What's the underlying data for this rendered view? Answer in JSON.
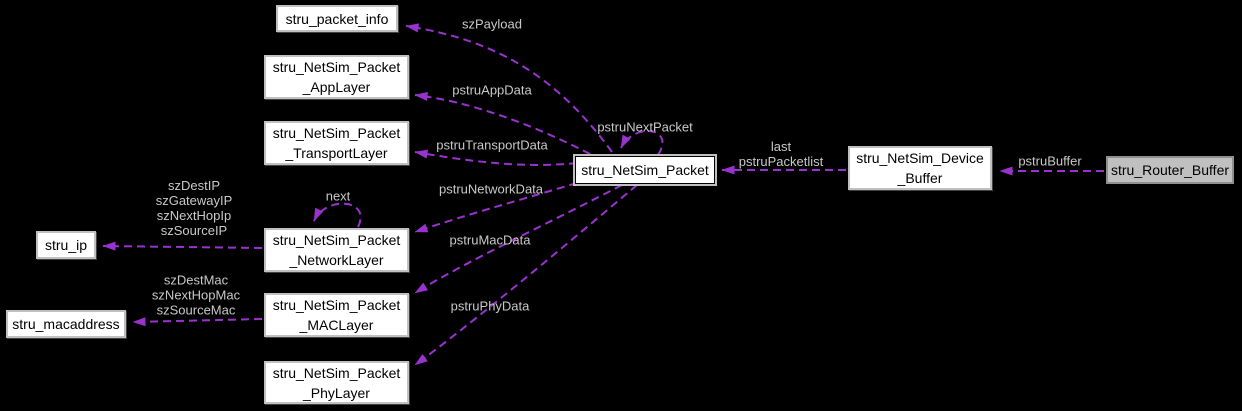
{
  "diagram": {
    "kind": "collaboration-diagram",
    "focus_node": "stru_NetSim_Packet",
    "colors": {
      "background": "#000000",
      "edge": "#9a32cd",
      "edge_label_text": "#c8c8c8",
      "node_fill": "#ffffff",
      "node_border": "#c0c0c0",
      "node_text": "#000000",
      "focus_node_border": "#000000",
      "gray_node_fill": "#c0c0c0",
      "gray_node_border": "#8f8f8f"
    }
  },
  "nodes": {
    "packet_info": {
      "label": "stru_packet_info"
    },
    "app_layer": {
      "label": "stru_NetSim_Packet\n_AppLayer"
    },
    "transport_layer": {
      "label": "stru_NetSim_Packet\n_TransportLayer"
    },
    "network_layer": {
      "label": "stru_NetSim_Packet\n_NetworkLayer"
    },
    "mac_layer": {
      "label": "stru_NetSim_Packet\n_MACLayer"
    },
    "phy_layer": {
      "label": "stru_NetSim_Packet\n_PhyLayer"
    },
    "ip": {
      "label": "stru_ip"
    },
    "macaddress": {
      "label": "stru_macaddress"
    },
    "packet": {
      "label": "stru_NetSim_Packet"
    },
    "device_buffer": {
      "label": "stru_NetSim_Device\n_Buffer"
    },
    "router_buffer": {
      "label": "stru_Router_Buffer"
    }
  },
  "edge_labels": {
    "payload": {
      "label": "szPayload"
    },
    "app_data": {
      "label": "pstruAppData"
    },
    "transport_data": {
      "label": "pstruTransportData"
    },
    "network_data": {
      "label": "pstruNetworkData"
    },
    "mac_data": {
      "label": "pstruMacData"
    },
    "phy_data": {
      "label": "pstruPhyData"
    },
    "next_packet": {
      "label": "pstruNextPacket"
    },
    "packet_list": {
      "label": "last\npstruPacketlist"
    },
    "buffer": {
      "label": "pstruBuffer"
    },
    "next": {
      "label": "next"
    },
    "ip_members": {
      "label": "szDestIP\nszGatewayIP\nszNextHopIp\nszSourceIP"
    },
    "mac_members": {
      "label": "szDestMac\nszNextHopMac\nszSourceMac"
    }
  },
  "relations": [
    {
      "from": "stru_NetSim_Packet",
      "to": "stru_packet_info",
      "label": "szPayload"
    },
    {
      "from": "stru_NetSim_Packet",
      "to": "stru_NetSim_Packet_AppLayer",
      "label": "pstruAppData"
    },
    {
      "from": "stru_NetSim_Packet",
      "to": "stru_NetSim_Packet_TransportLayer",
      "label": "pstruTransportData"
    },
    {
      "from": "stru_NetSim_Packet",
      "to": "stru_NetSim_Packet_NetworkLayer",
      "label": "pstruNetworkData"
    },
    {
      "from": "stru_NetSim_Packet",
      "to": "stru_NetSim_Packet_MACLayer",
      "label": "pstruMacData"
    },
    {
      "from": "stru_NetSim_Packet",
      "to": "stru_NetSim_Packet_PhyLayer",
      "label": "pstruPhyData"
    },
    {
      "from": "stru_NetSim_Packet",
      "to": "stru_NetSim_Packet",
      "label": "pstruNextPacket"
    },
    {
      "from": "stru_NetSim_Packet_NetworkLayer",
      "to": "stru_NetSim_Packet_NetworkLayer",
      "label": "next"
    },
    {
      "from": "stru_NetSim_Packet_NetworkLayer",
      "to": "stru_ip",
      "label": "szDestIP szGatewayIP szNextHopIp szSourceIP"
    },
    {
      "from": "stru_NetSim_Packet_MACLayer",
      "to": "stru_macaddress",
      "label": "szDestMac szNextHopMac szSourceMac"
    },
    {
      "from": "stru_NetSim_Device_Buffer",
      "to": "stru_NetSim_Packet",
      "label": "last pstruPacketlist"
    },
    {
      "from": "stru_Router_Buffer",
      "to": "stru_NetSim_Device_Buffer",
      "label": "pstruBuffer"
    }
  ]
}
